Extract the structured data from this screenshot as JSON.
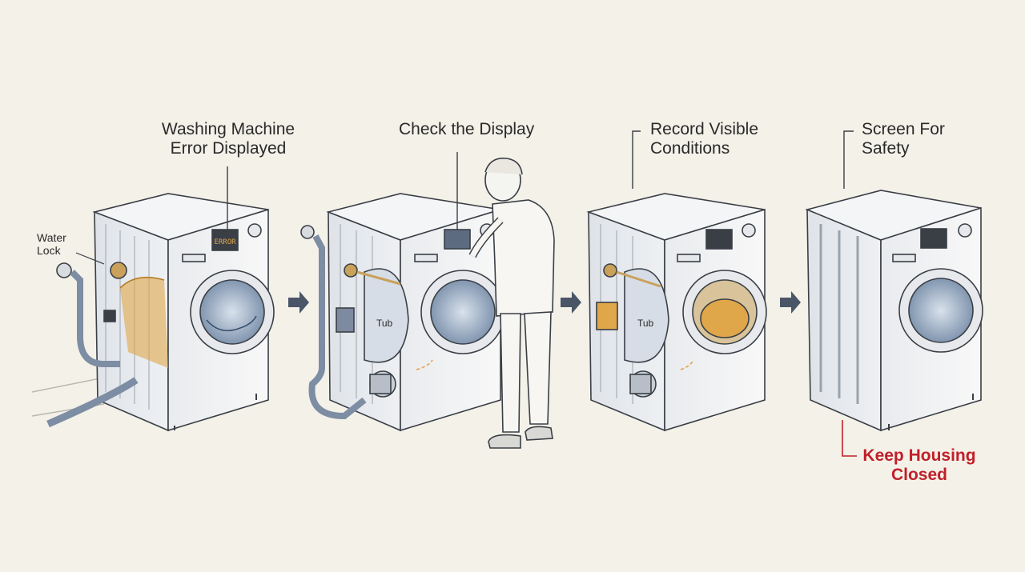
{
  "steps": [
    {
      "title_line1": "Washing Machine",
      "title_line2": "Error Displayed",
      "display_text": "ERROR"
    },
    {
      "title_line1": "Check the Display",
      "title_line2": "",
      "tub_label": "Tub"
    },
    {
      "title_line1": "Record Visible",
      "title_line2": "Conditions",
      "tub_label": "Tub"
    },
    {
      "title_line1": "Screen For",
      "title_line2": "Safety"
    }
  ],
  "callouts": {
    "water_lock_line1": "Water",
    "water_lock_line2": "Lock",
    "keep_housing_line1": "Keep Housing",
    "keep_housing_line2": "Closed"
  },
  "colors": {
    "background": "#f3f1e8",
    "ink": "#3a3f46",
    "water": "#e0a64a",
    "arrow": "#4a5668",
    "warning": "#c0202a"
  }
}
